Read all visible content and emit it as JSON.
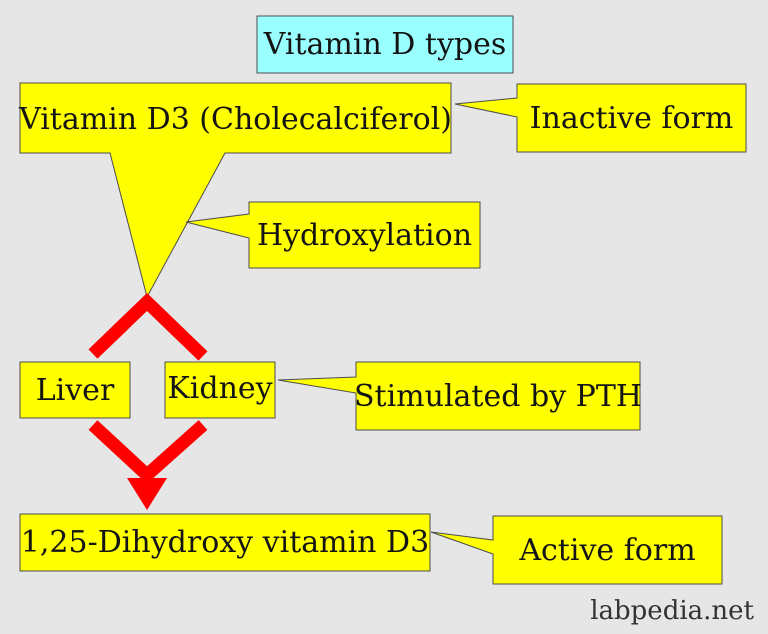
{
  "title": "Vitamin D types",
  "nodes": {
    "vitamin_d3": "Vitamin D3 (Cholecalciferol)",
    "inactive": "Inactive form",
    "hydroxylation": "Hydroxylation",
    "liver": "Liver",
    "kidney": "Kidney",
    "pth": "Stimulated by PTH",
    "dihydroxy": "1,25-Dihydroxy vitamin D3",
    "active": "Active form"
  },
  "watermark": "labpedia.net",
  "colors": {
    "background": "#e6e6e6",
    "title_box": "#99ffff",
    "label_box": "#ffff00",
    "arrow": "#ff0000",
    "border": "#4d4d4d"
  }
}
